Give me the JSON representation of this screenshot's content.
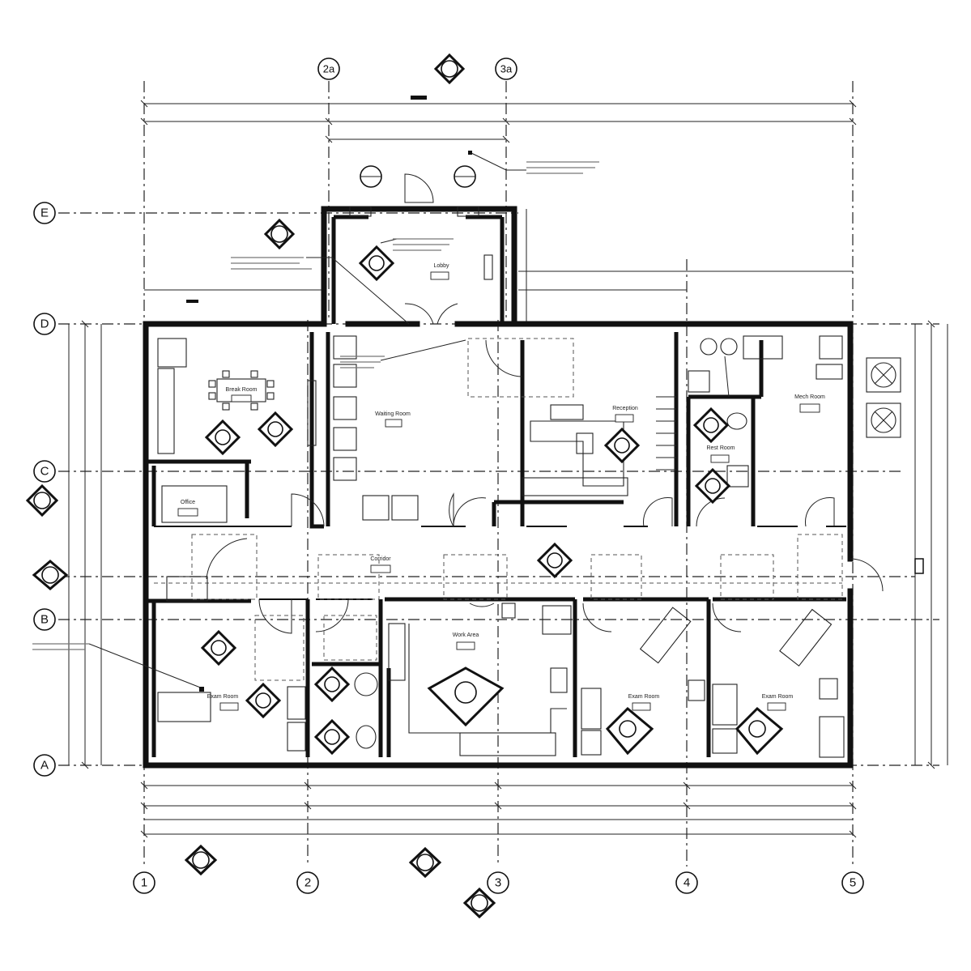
{
  "column_grid": [
    "1",
    "2",
    "3",
    "4",
    "5",
    "2a",
    "3a"
  ],
  "row_grid": [
    "A",
    "B",
    "C",
    "D",
    "E"
  ],
  "rooms": [
    {
      "name": "Break Room",
      "number": ""
    },
    {
      "name": "Waiting Room",
      "number": ""
    },
    {
      "name": "Reception",
      "number": ""
    },
    {
      "name": "Mech Room",
      "number": ""
    },
    {
      "name": "Rest Room",
      "number": ""
    },
    {
      "name": "Office",
      "number": ""
    },
    {
      "name": "Corridor",
      "number": ""
    },
    {
      "name": "Work Area",
      "number": ""
    },
    {
      "name": "Exam Room",
      "number": ""
    },
    {
      "name": "Exam Room",
      "number": ""
    },
    {
      "name": "Exam Room",
      "number": ""
    },
    {
      "name": "Lobby",
      "number": ""
    }
  ],
  "legend": {
    "colors": {
      "line": "#111111",
      "background": "#ffffff"
    },
    "icons": [
      "column-grid-bubble-icon",
      "section-marker-icon",
      "elevation-marker-icon",
      "door-swing-icon",
      "rooftop-unit-icon"
    ]
  }
}
